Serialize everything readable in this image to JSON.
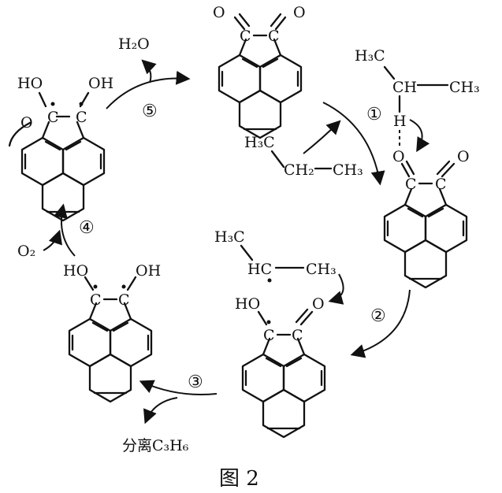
{
  "labels": {
    "water": "H₂O",
    "oxygen": "O₂",
    "separation": "分离C₃H₆",
    "figure_caption": "图 2",
    "propane_top": [
      "H₃C",
      "CH",
      "CH₃",
      "H"
    ],
    "propane_side": [
      "H₃C",
      "CH₂",
      "CH₃"
    ],
    "radical_propyl": [
      "H₃C",
      "HC",
      "CH₃"
    ],
    "carbonyl_o": "O",
    "carbon": "C",
    "hydroxyl": "HO",
    "hydroxyl_r": "OH"
  },
  "steps": [
    "①",
    "②",
    "③",
    "④",
    "⑤"
  ]
}
